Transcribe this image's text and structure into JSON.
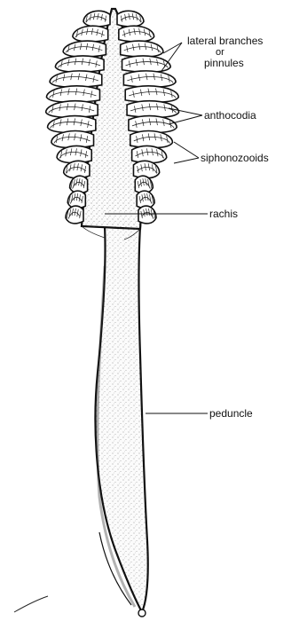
{
  "labels": {
    "lateral_branches_line1": "lateral branches",
    "lateral_branches_line2": "or",
    "lateral_branches_line3": "pinnules",
    "anthocodia": "anthocodia",
    "siphonozooids": "siphonozooids",
    "rachis": "rachis",
    "peduncle": "peduncle"
  },
  "colors": {
    "ink": "#111111",
    "paper": "#ffffff"
  }
}
